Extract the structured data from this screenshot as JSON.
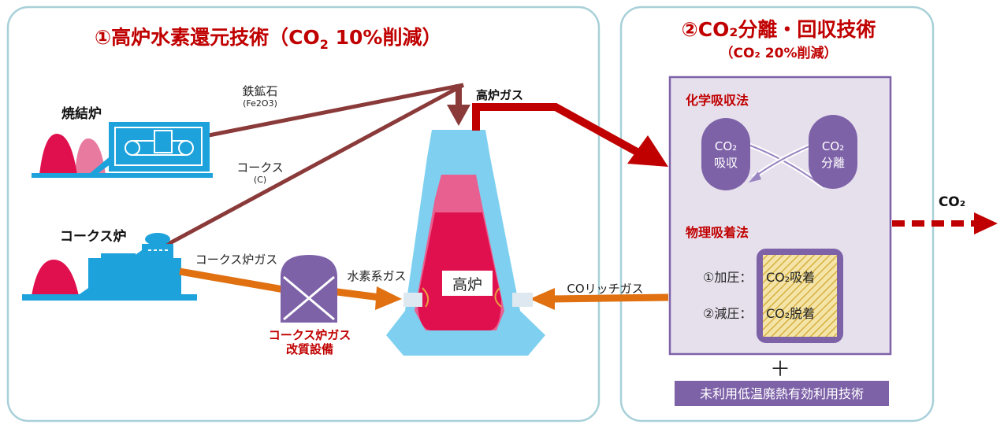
{
  "left_panel": {
    "title_prefix": "①高炉水素還元技術（CO",
    "title_sub": "2",
    "title_suffix": " 10%削減）"
  },
  "right_panel": {
    "title": "②CO₂分離・回収技術",
    "subtitle": "（CO₂ 20%削減）"
  },
  "facilities": {
    "sinter_furnace": "焼結炉",
    "coke_oven": "コークス炉",
    "reformer_line1": "コークス炉ガス",
    "reformer_line2": "改質設備",
    "blast_furnace": "高炉"
  },
  "flows": {
    "iron_ore": "鉄鉱石",
    "iron_ore_formula": "(Fe2O3)",
    "coke": "コークス",
    "coke_formula": "(C)",
    "coke_oven_gas": "コークス炉ガス",
    "hydrogen_gas": "水素系ガス",
    "blast_furnace_gas": "高炉ガス",
    "co_rich_gas": "COリッチガス",
    "co2_out": "CO₂"
  },
  "chemical_absorption": {
    "heading": "化学吸収法",
    "absorb_line1": "CO₂",
    "absorb_line2": "吸収",
    "separate_line1": "CO₂",
    "separate_line2": "分離"
  },
  "physical_adsorption": {
    "heading": "物理吸着法",
    "step1_label": "①加圧：",
    "step1_value": "CO₂吸着",
    "step2_label": "②減圧：",
    "step2_value": "CO₂脱着"
  },
  "plus_sign": "＋",
  "waste_heat_label": "未利用低温廃熱有効利用技術",
  "colors": {
    "panel_border": "#a8d0d8",
    "title_red": "#c00000",
    "process_blue": "#1ea2dc",
    "furnace_light_blue": "#7fd0f0",
    "furnace_red": "#e0104e",
    "furnace_pink": "#e86090",
    "pile_pink": "#e87aa0",
    "brown_line": "#8b3a3a",
    "orange_arrow": "#e07010",
    "purple": "#7e62a8",
    "purple_box_bg": "#e6e0ec",
    "hatch_yellow": "#e8c860"
  }
}
